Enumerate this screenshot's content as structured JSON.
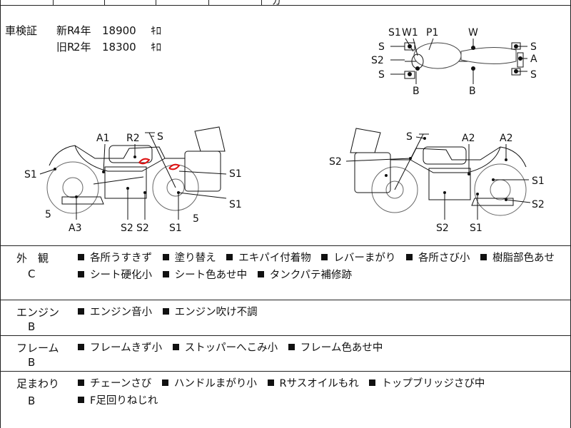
{
  "top_fragment": "ガ",
  "inspection": {
    "label": "車検証",
    "new": {
      "kind": "新R",
      "years": "4年",
      "price": "18900",
      "unit": "ｷﾛ"
    },
    "old": {
      "kind": "旧R",
      "years": "2年",
      "price": "18300",
      "unit": "ｷﾛ"
    }
  },
  "diagram_labels": {
    "top": {
      "S1": "S1",
      "W1": "W1",
      "P1": "P1",
      "W": "W",
      "S": "S",
      "S2": "S2",
      "A": "A",
      "B": "B"
    },
    "left": {
      "A1": "A1",
      "R2": "R2",
      "S": "S",
      "S1": "S1",
      "five": "5",
      "A3": "A3",
      "S2": "S2"
    },
    "right": {
      "S": "S",
      "A2": "A2",
      "S2": "S2",
      "S1": "S1"
    }
  },
  "sections": [
    {
      "category": "外　観",
      "grade": "C",
      "items": [
        "各所うすきず",
        "塗り替え",
        "エキパイ付着物",
        "レバーまがり",
        "各所さび小",
        "樹脂部色あせ",
        "シート硬化小",
        "シート色あせ中",
        "タンクパテ補修跡"
      ]
    },
    {
      "category": "エンジン",
      "grade": "B",
      "items": [
        "エンジン音小",
        "エンジン吹け不調"
      ]
    },
    {
      "category": "フレーム",
      "grade": "B",
      "items": [
        "フレームきず小",
        "ストッパーへこみ小",
        "フレーム色あせ中"
      ]
    },
    {
      "category": "足まわり",
      "grade": "B",
      "items": [
        "チェーンさび",
        "ハンドルまがり小",
        "Rサスオイルもれ",
        "トップブリッジさび中",
        "F足回りねじれ"
      ]
    }
  ]
}
